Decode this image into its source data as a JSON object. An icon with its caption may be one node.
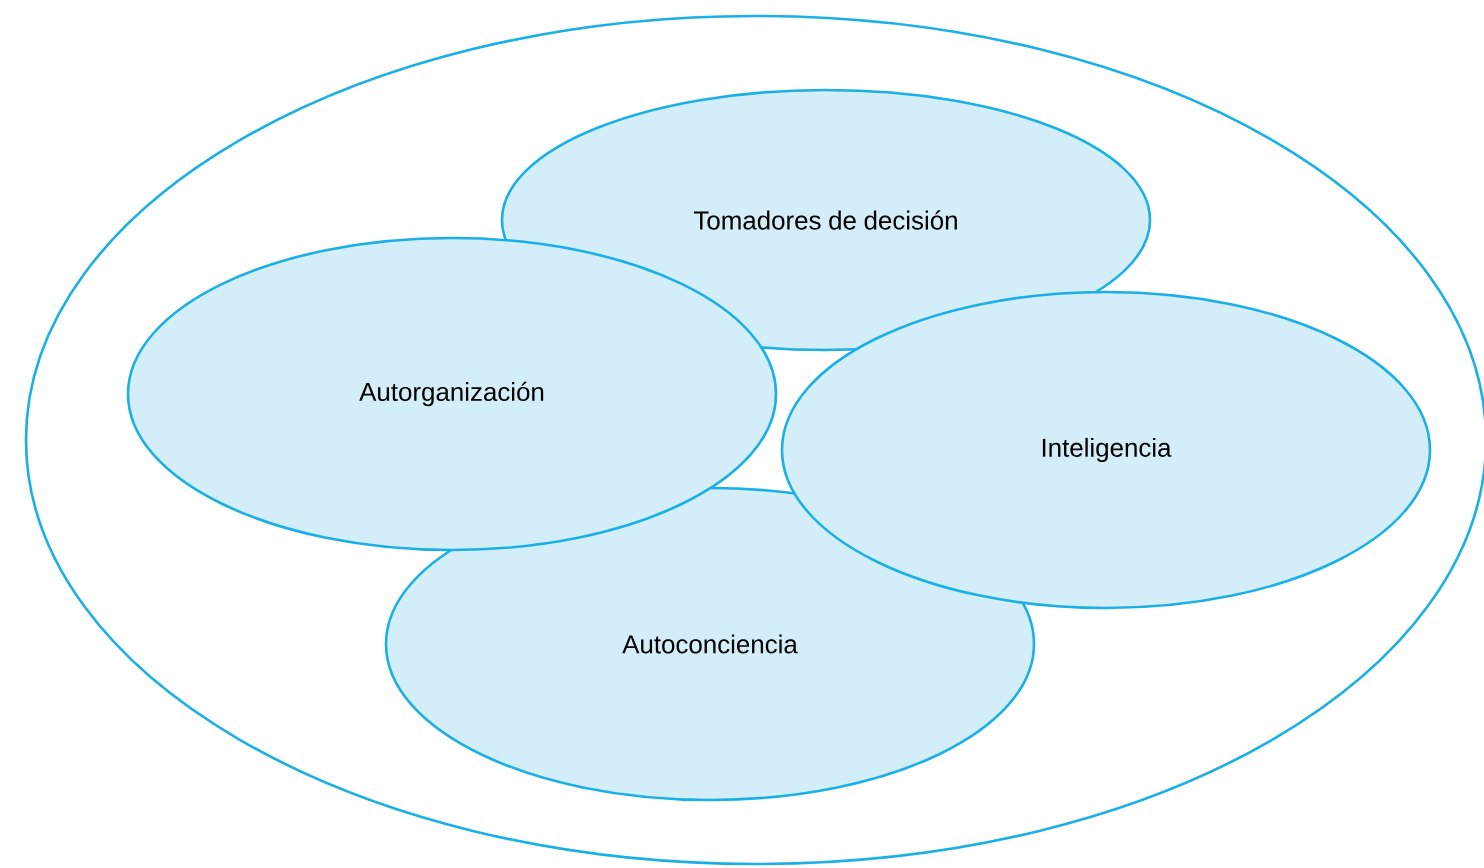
{
  "diagram": {
    "nodes": [
      {
        "text": [],
        "shape": "ellipse"
      },
      {
        "text": [
          "Tomadores de decisión"
        ],
        "in": 0
      },
      {
        "text": [
          "Autorganización"
        ],
        "in": 0
      },
      {
        "text": [
          "Inteligencia"
        ],
        "in": 0
      },
      {
        "text": [
          "Autoconciencia"
        ],
        "in": 0
      }
    ]
  }
}
